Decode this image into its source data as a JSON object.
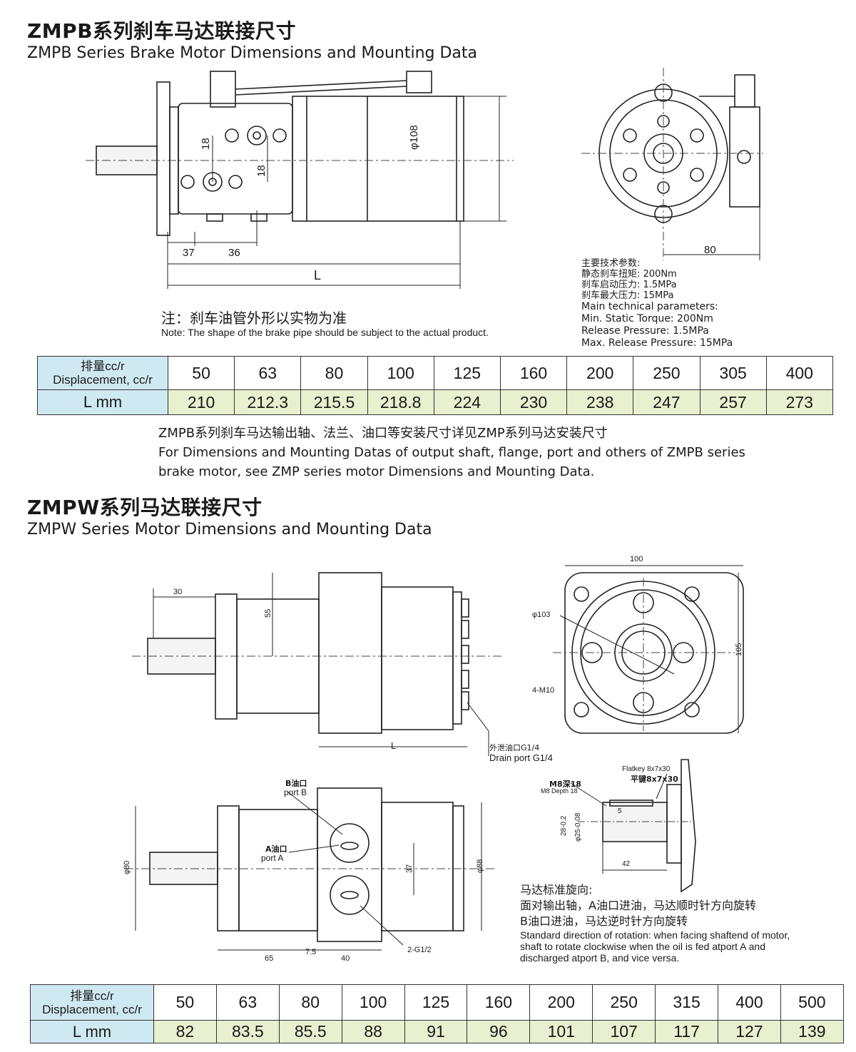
{
  "zmpb": {
    "title_cn": "ZMPB系列刹车马达联接尺寸",
    "title_en": "ZMPB Series Brake Motor Dimensions and Mounting Data",
    "dims": {
      "d18a": "18",
      "d18b": "18",
      "phi108": "φ108",
      "d37": "37",
      "d36": "36",
      "L": "L",
      "d80": "80"
    },
    "params": {
      "cn_head": "主要技术参数:",
      "cn_1": "静态刹车扭矩: 200Nm",
      "cn_2": "刹车启动压力: 1.5MPa",
      "cn_3": "刹车最大压力: 15MPa",
      "en_head": "Main technical parameters:",
      "en_1": "Min. Static Torque: 200Nm",
      "en_2": "Release Pressure: 1.5MPa",
      "en_3": "Max. Release Pressure: 15MPa"
    },
    "note_cn": "注：刹车油管外形以实物为准",
    "note_en": "Note: The shape of the brake pipe should be subject to the actual product.",
    "table": {
      "hdr_cn": "排量cc/r",
      "hdr_en": "Displacement, cc/r",
      "row2_label": "L mm",
      "displacement": [
        "50",
        "63",
        "80",
        "100",
        "125",
        "160",
        "200",
        "250",
        "305",
        "400"
      ],
      "L": [
        "210",
        "212.3",
        "215.5",
        "218.8",
        "224",
        "230",
        "238",
        "247",
        "257",
        "273"
      ]
    },
    "footer_cn": "ZMPB系列刹车马达输出轴、法兰、油口等安装尺寸详见ZMP系列马达安装尺寸",
    "footer_en_1": "For Dimensions and Mounting Datas of output shaft, flange, port and others of ZMPB series",
    "footer_en_2": "brake motor, see ZMP series motor Dimensions and Mounting Data."
  },
  "zmpw": {
    "title_cn": "ZMPW系列马达联接尺寸",
    "title_en": "ZMPW Series  Motor Dimensions and Mounting Data",
    "dims": {
      "d30": "30",
      "d55": "55",
      "L": "L",
      "drain_cn": "外泄油口G1/4",
      "drain_en": "Drain port G1/4",
      "d100": "100",
      "d105": "105",
      "phi103": "φ103",
      "m10": "4-M10",
      "portB_cn": "B油口",
      "portB_en": "port B",
      "portA_cn": "A油口",
      "portA_en": "port A",
      "phi80": "φ80",
      "phi88": "φ88",
      "d37": "37",
      "d65": "65",
      "d75": "7.5",
      "d40": "40",
      "g12": "2-G1/2",
      "flatkey_en": "Flatkey 8x7x30",
      "flatkey_cn": "平键8x7x30",
      "m8_cn": "M8深18",
      "m8_en": "M8 Depth 18",
      "d5": "5",
      "d28": "28-0.2",
      "phi25": "φ25-0.08",
      "d42": "42"
    },
    "rotation_cn_1": "马达标准旋向:",
    "rotation_cn_2": "面对输出轴，A油口进油，马达顺时针方向旋转",
    "rotation_cn_3": "B油口进油，马达逆时针方向旋转",
    "rotation_en_1": "Standard direction of rotation: when facing shaftend of motor,",
    "rotation_en_2": "shaft to rotate clockwise when the oil is fed atport A and",
    "rotation_en_3": "discharged atport B, and vice versa.",
    "table": {
      "hdr_cn": "排量cc/r",
      "hdr_en": "Displacement, cc/r",
      "row2_label": "L mm",
      "displacement": [
        "50",
        "63",
        "80",
        "100",
        "125",
        "160",
        "200",
        "250",
        "315",
        "400",
        "500"
      ],
      "L": [
        "82",
        "83.5",
        "85.5",
        "88",
        "91",
        "96",
        "101",
        "107",
        "117",
        "127",
        "139"
      ]
    }
  }
}
